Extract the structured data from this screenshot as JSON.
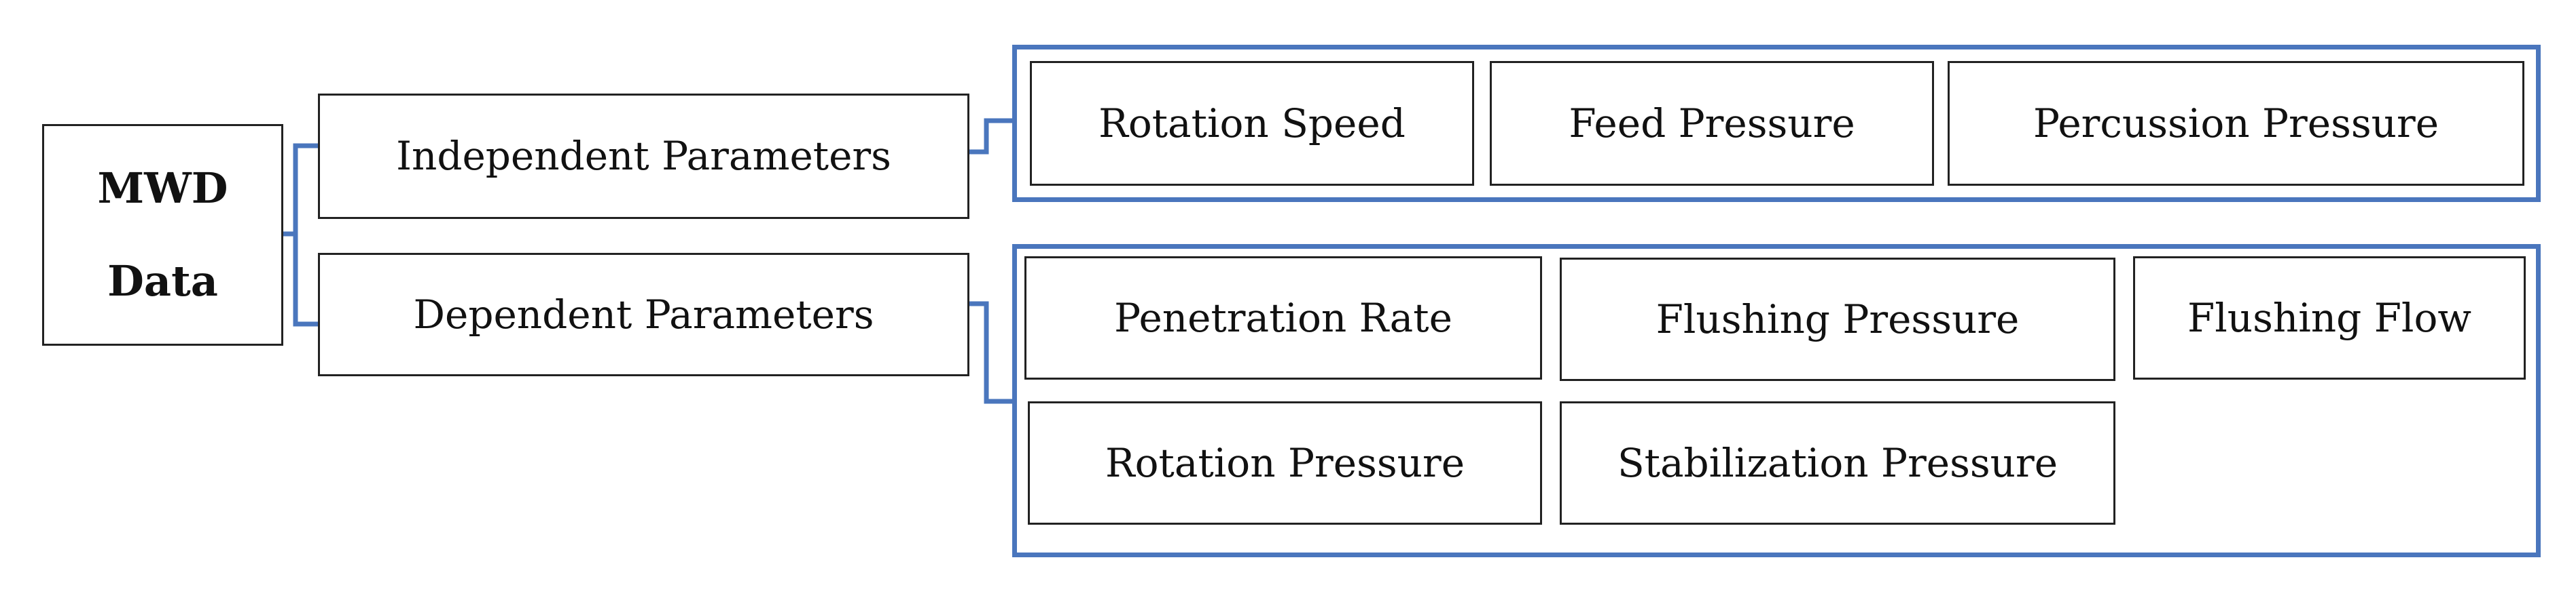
{
  "root": {
    "line1": "MWD",
    "line2": "Data"
  },
  "branches": {
    "independent": "Independent Parameters",
    "dependent": "Dependent Parameters"
  },
  "independent_items": {
    "rotation_speed": "Rotation Speed",
    "feed_pressure": "Feed Pressure",
    "percussion_pressure": "Percussion Pressure"
  },
  "dependent_items": {
    "penetration_rate": "Penetration Rate",
    "flushing_pressure": "Flushing Pressure",
    "flushing_flow": "Flushing Flow",
    "rotation_pressure": "Rotation Pressure",
    "stabilization_pressure": "Stabilization Pressure"
  },
  "colors": {
    "connector": "#4a76bd",
    "box_border": "#222222"
  }
}
